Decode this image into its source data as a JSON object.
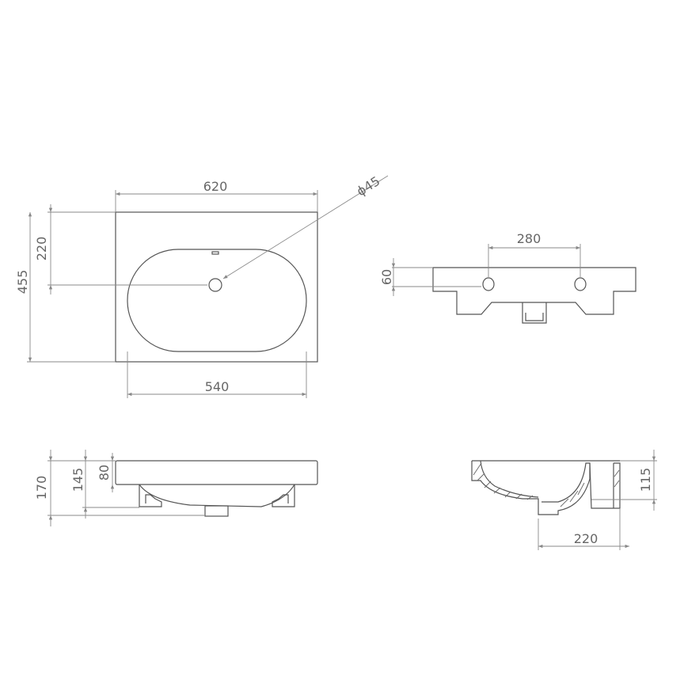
{
  "dimensions": {
    "top_width": "620",
    "drain_diameter": "ϕ45",
    "drain_offset": "220",
    "total_depth": "455",
    "bowl_width": "540",
    "tap_spacing": "280",
    "tap_offset": "60",
    "rim_height": "80",
    "bowl_height": "145",
    "total_height": "170",
    "section_height": "115",
    "section_depth": "220"
  }
}
